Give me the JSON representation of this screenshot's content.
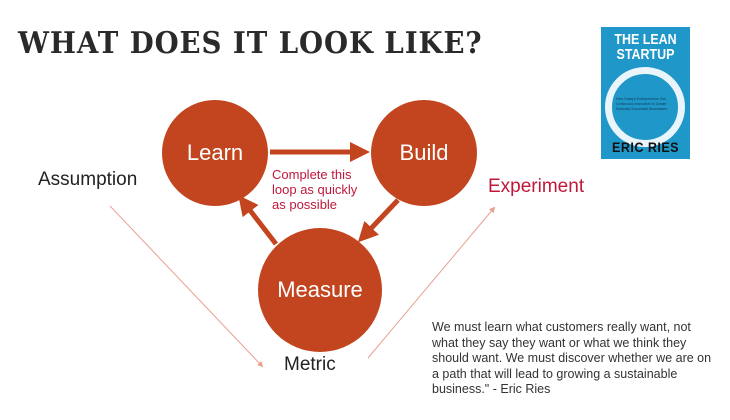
{
  "slide": {
    "title": "WHAT DOES IT LOOK LIKE?"
  },
  "book": {
    "title": "THE LEAN STARTUP",
    "subtitle": "How Today's Entrepreneurs Use Continuous Innovation to Create Radically Successful Businesses",
    "author": "ERIC RIES"
  },
  "loop": {
    "learn": "Learn",
    "build": "Build",
    "measure": "Measure",
    "note": "Complete this loop as quickly as possible"
  },
  "labels": {
    "assumption": "Assumption",
    "experiment": "Experiment",
    "metric": "Metric"
  },
  "quote": "We must learn what customers really want, not what they say they want or what we think they should want. We must discover whether we are on a path that will lead to growing a sustainable business.\" -  Eric Ries",
  "colors": {
    "node_fill": "#c2451f",
    "accent_text": "#c0183a",
    "faint_arrow": "#e8a090",
    "book_blue": "#1f97c9"
  }
}
